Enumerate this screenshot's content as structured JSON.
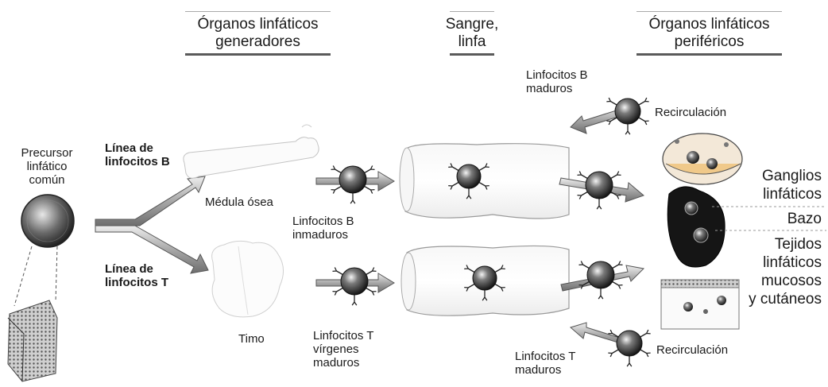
{
  "headers": {
    "generative": [
      "Órganos linfáticos",
      "generadores"
    ],
    "blood": [
      "Sangre,",
      "linfa"
    ],
    "peripheral": [
      "Órganos linfáticos",
      "periféricos"
    ]
  },
  "labels": {
    "common_precursor": [
      "Precursor",
      "linfático",
      "común"
    ],
    "b_lineage": [
      "Línea de",
      "linfocitos B"
    ],
    "t_lineage": [
      "Línea de",
      "linfocitos T"
    ],
    "bone_marrow": "Médula ósea",
    "thymus": "Timo",
    "immature_b": [
      "Linfocitos B",
      "inmaduros"
    ],
    "naive_t": [
      "Linfocitos T",
      "vírgenes",
      "maduros"
    ],
    "mature_b": [
      "Linfocitos B",
      "maduros"
    ],
    "mature_t": [
      "Linfocitos T",
      "maduros"
    ],
    "recirculation_top": "Recirculación",
    "recirculation_bottom": "Recirculación",
    "lymph_nodes": [
      "Ganglios",
      "linfáticos"
    ],
    "spleen": "Bazo",
    "mucosal_tissues": [
      "Tejidos",
      "linfáticos",
      "mucosos",
      "y cutáneos"
    ]
  }
}
